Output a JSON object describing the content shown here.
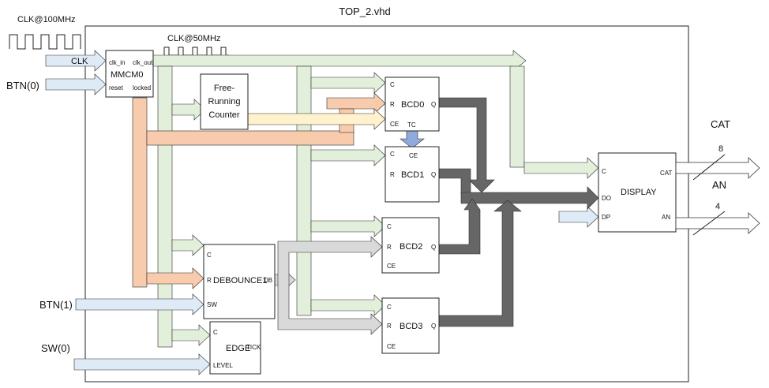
{
  "title": "TOP_2.vhd",
  "clock_in_label": "CLK@100MHz",
  "clock_div_label": "CLK@50MHz",
  "inputs": {
    "btn0": "BTN(0)",
    "btn1": "BTN(1)",
    "sw0": "SW(0)",
    "clk": "CLK"
  },
  "outputs": {
    "cat": "CAT",
    "an": "AN",
    "cat_width": "8",
    "an_width": "4"
  },
  "blocks": {
    "mmcm": {
      "name": "MMCM0",
      "pins": {
        "clk_in": "clk_in",
        "clk_out": "clk_out",
        "reset": "reset",
        "locked": "locked"
      }
    },
    "counter": {
      "name_lines": [
        "Free-",
        "Running",
        "Counter"
      ]
    },
    "bcd0": {
      "name": "BCD0",
      "pins": {
        "c": "C",
        "r": "R",
        "ce": "CE",
        "q": "Q",
        "tc": "TC"
      }
    },
    "bcd1": {
      "name": "BCD1",
      "pins": {
        "c": "C",
        "r": "R",
        "ce": "CE",
        "q": "Q"
      }
    },
    "bcd2": {
      "name": "BCD2",
      "pins": {
        "c": "C",
        "r": "R",
        "ce": "CE",
        "q": "Q"
      }
    },
    "bcd3": {
      "name": "BCD3",
      "pins": {
        "c": "C",
        "r": "R",
        "ce": "CE",
        "q": "Q"
      }
    },
    "debounce": {
      "name": "DEBOUNCE1",
      "pins": {
        "c": "C",
        "r": "R",
        "sw": "SW",
        "db": "DB"
      }
    },
    "edge": {
      "name": "EDGE",
      "pins": {
        "c": "C",
        "level": "LEVEL",
        "tick": "TICK"
      }
    },
    "display": {
      "name": "DISPLAY",
      "pins": {
        "c": "C",
        "do": "DO",
        "dp": "DP",
        "cat": "CAT",
        "an": "AN"
      }
    }
  },
  "colors": {
    "clock_net": "#e2efda",
    "reset_net": "#f8cbad",
    "input_net": "#deebf7",
    "counter_net": "#fff2cc",
    "debounce_net": "#d9d9d9",
    "data_bus": "#666666",
    "tc_net": "#8faadc"
  }
}
